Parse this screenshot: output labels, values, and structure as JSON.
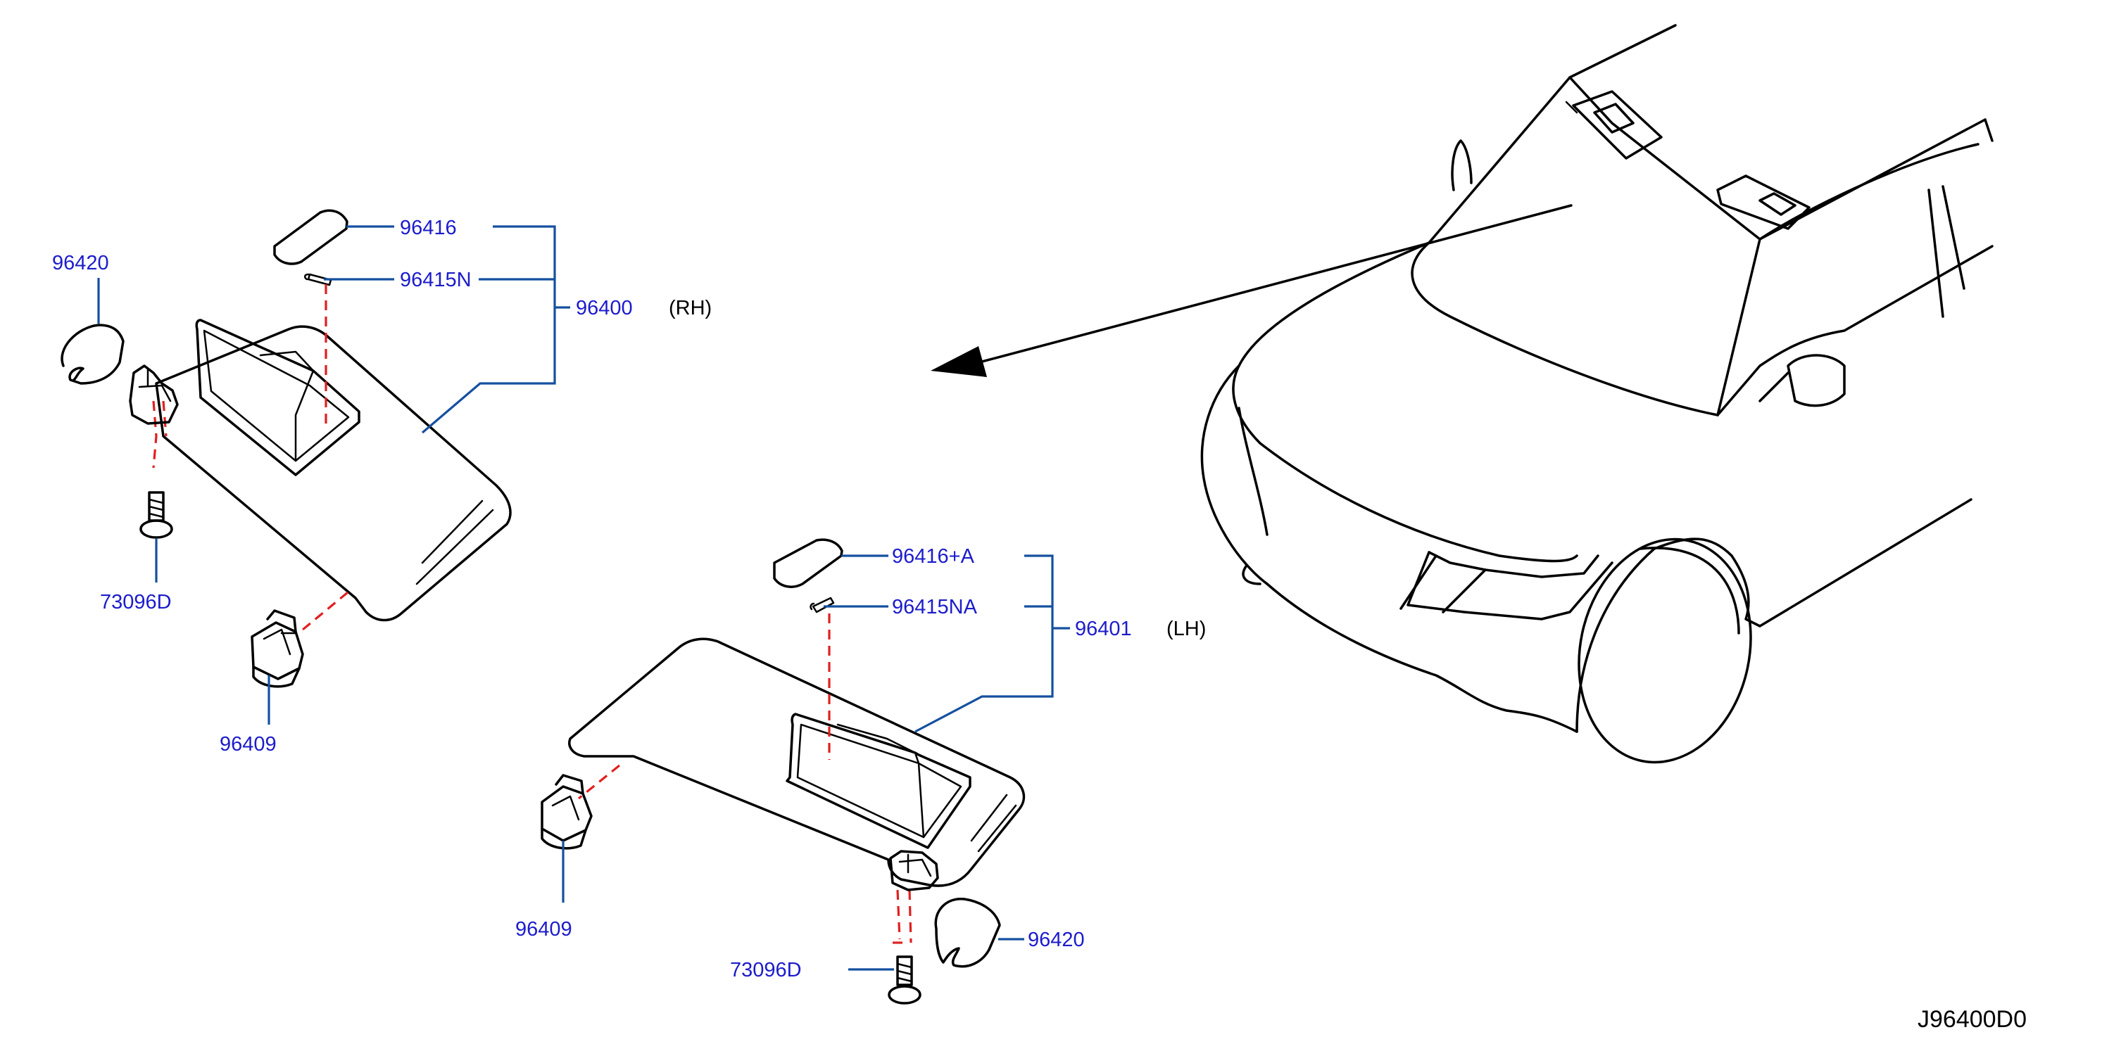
{
  "labels": {
    "mirror_lamp_rh": "96416",
    "bulb_rh": "96415N",
    "visor_rh": "96400",
    "side_rh": "(RH)",
    "cover_rh": "96420",
    "screw_rh": "73096D",
    "holder_rh": "96409",
    "mirror_lamp_lh": "96416+A",
    "bulb_lh": "96415NA",
    "visor_lh": "96401",
    "side_lh": "(LH)",
    "holder_lh": "96409",
    "cover_lh": "96420",
    "screw_lh": "73096D"
  },
  "diagram_code": "J96400D0",
  "colors": {
    "label_text": "#1c1ccc",
    "leader_line": "#1550a0",
    "dashed_line": "#e02020",
    "outline": "#000000"
  }
}
